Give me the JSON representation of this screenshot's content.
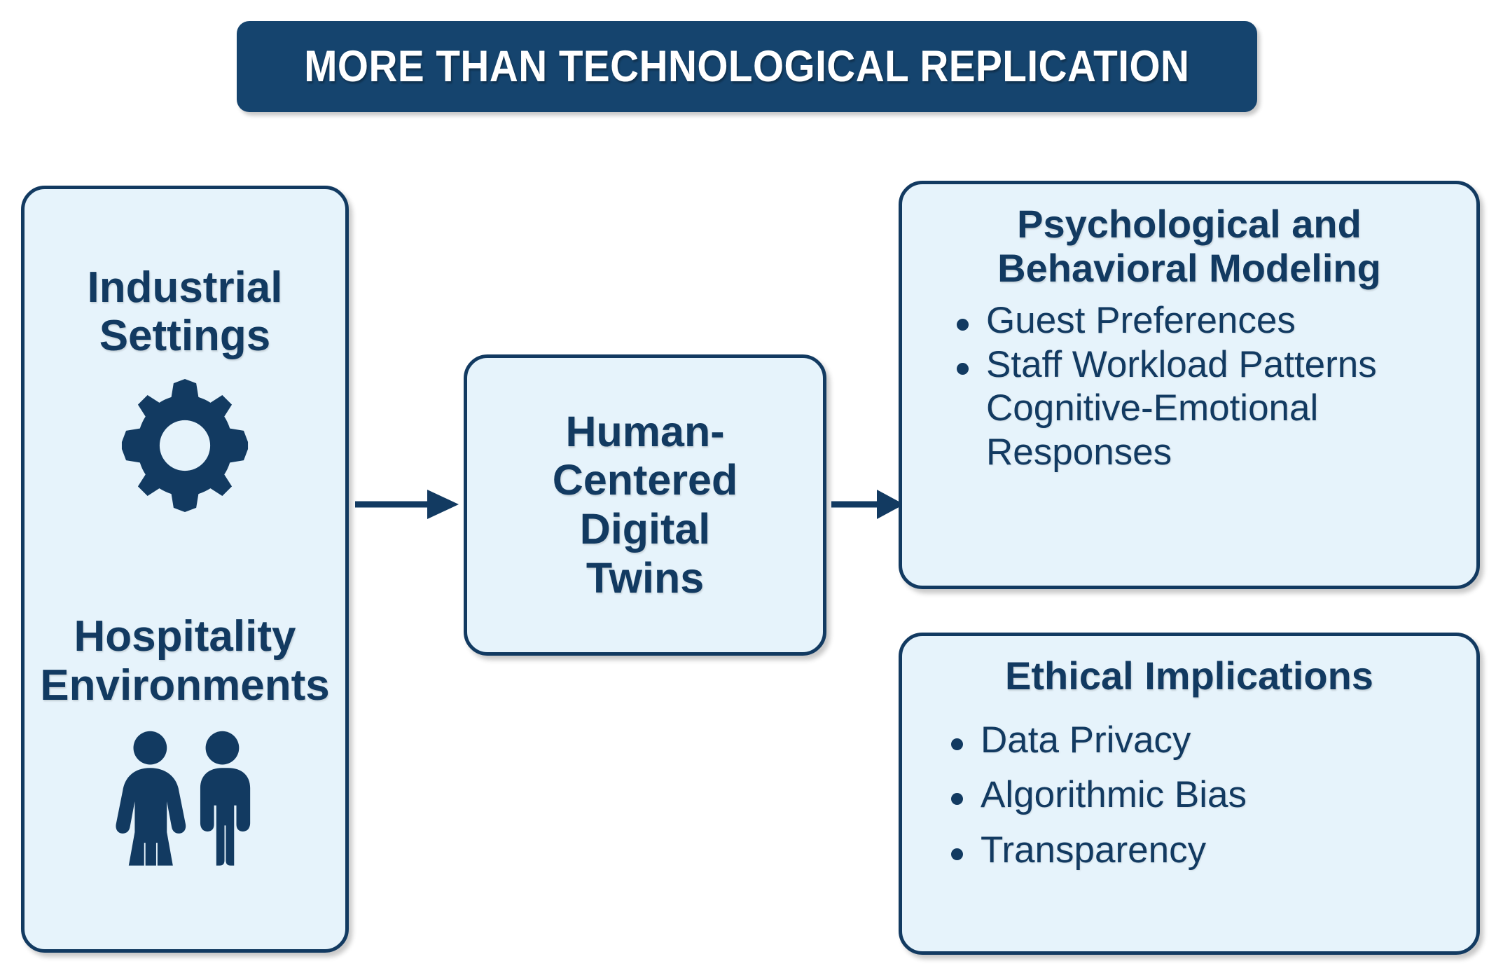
{
  "title": {
    "text": "MORE THAN TECHNOLOGICAL REPLICATION"
  },
  "colors": {
    "banner_bg": "#15446e",
    "card_bg": "#e6f3fb",
    "card_border": "#123a61",
    "text": "#123a61",
    "title_text": "#ffffff",
    "arrow": "#123a61"
  },
  "sources": {
    "items": [
      {
        "label": "Industrial\nSettings",
        "icon": "gear-icon"
      },
      {
        "label": "Hospitality\nEnvironments",
        "icon": "people-icon"
      }
    ]
  },
  "hub": {
    "label": "Human-\nCentered\nDigital\nTwins"
  },
  "outcomes": [
    {
      "heading": "Psychological and\nBehavioral Modeling",
      "bullets": [
        {
          "text": "Guest Preferences",
          "marker": true
        },
        {
          "text": "Staff Workload Patterns",
          "marker": true
        },
        {
          "text": "Cognitive-Emotional",
          "marker": false
        },
        {
          "text": "Responses",
          "marker": false
        }
      ]
    },
    {
      "heading": "Ethical Implications",
      "bullets": [
        {
          "text": "Data Privacy",
          "marker": true
        },
        {
          "text": "Algorithmic Bias",
          "marker": true
        },
        {
          "text": "Transparency",
          "marker": true
        }
      ]
    }
  ],
  "arrows": [
    {
      "name": "arrow-sources-to-hub"
    },
    {
      "name": "arrow-hub-to-outcomes"
    }
  ]
}
